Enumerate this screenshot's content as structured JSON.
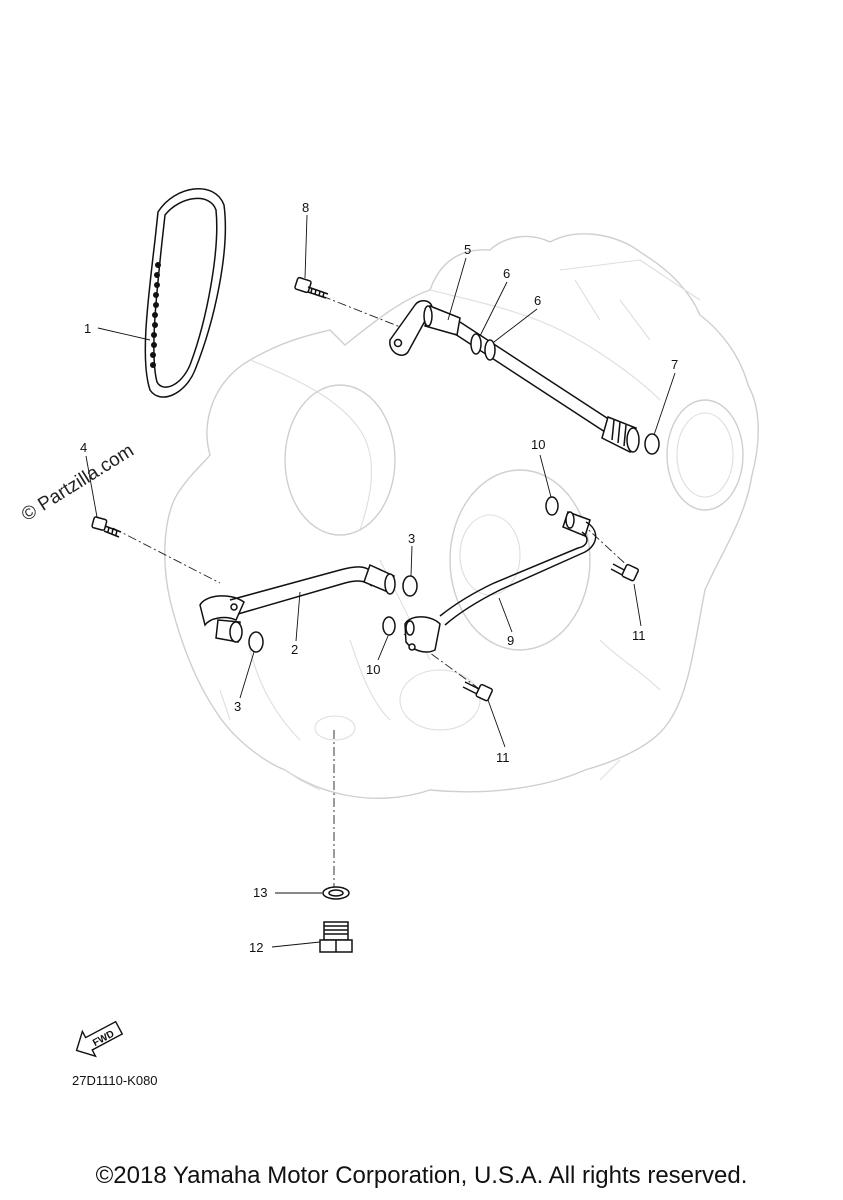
{
  "watermark": "© Partzilla.com",
  "diagram_code": "27D1110-K080",
  "copyright": "©2018 Yamaha Motor Corporation, U.S.A. All rights reserved.",
  "fwd_label": "FWD",
  "callouts": {
    "c1": "1",
    "c2": "2",
    "c3a": "3",
    "c3b": "3",
    "c4": "4",
    "c5": "5",
    "c6a": "6",
    "c6b": "6",
    "c7": "7",
    "c8": "8",
    "c9": "9",
    "c10a": "10",
    "c10b": "10",
    "c11a": "11",
    "c11b": "11",
    "c12": "12",
    "c13": "13"
  }
}
